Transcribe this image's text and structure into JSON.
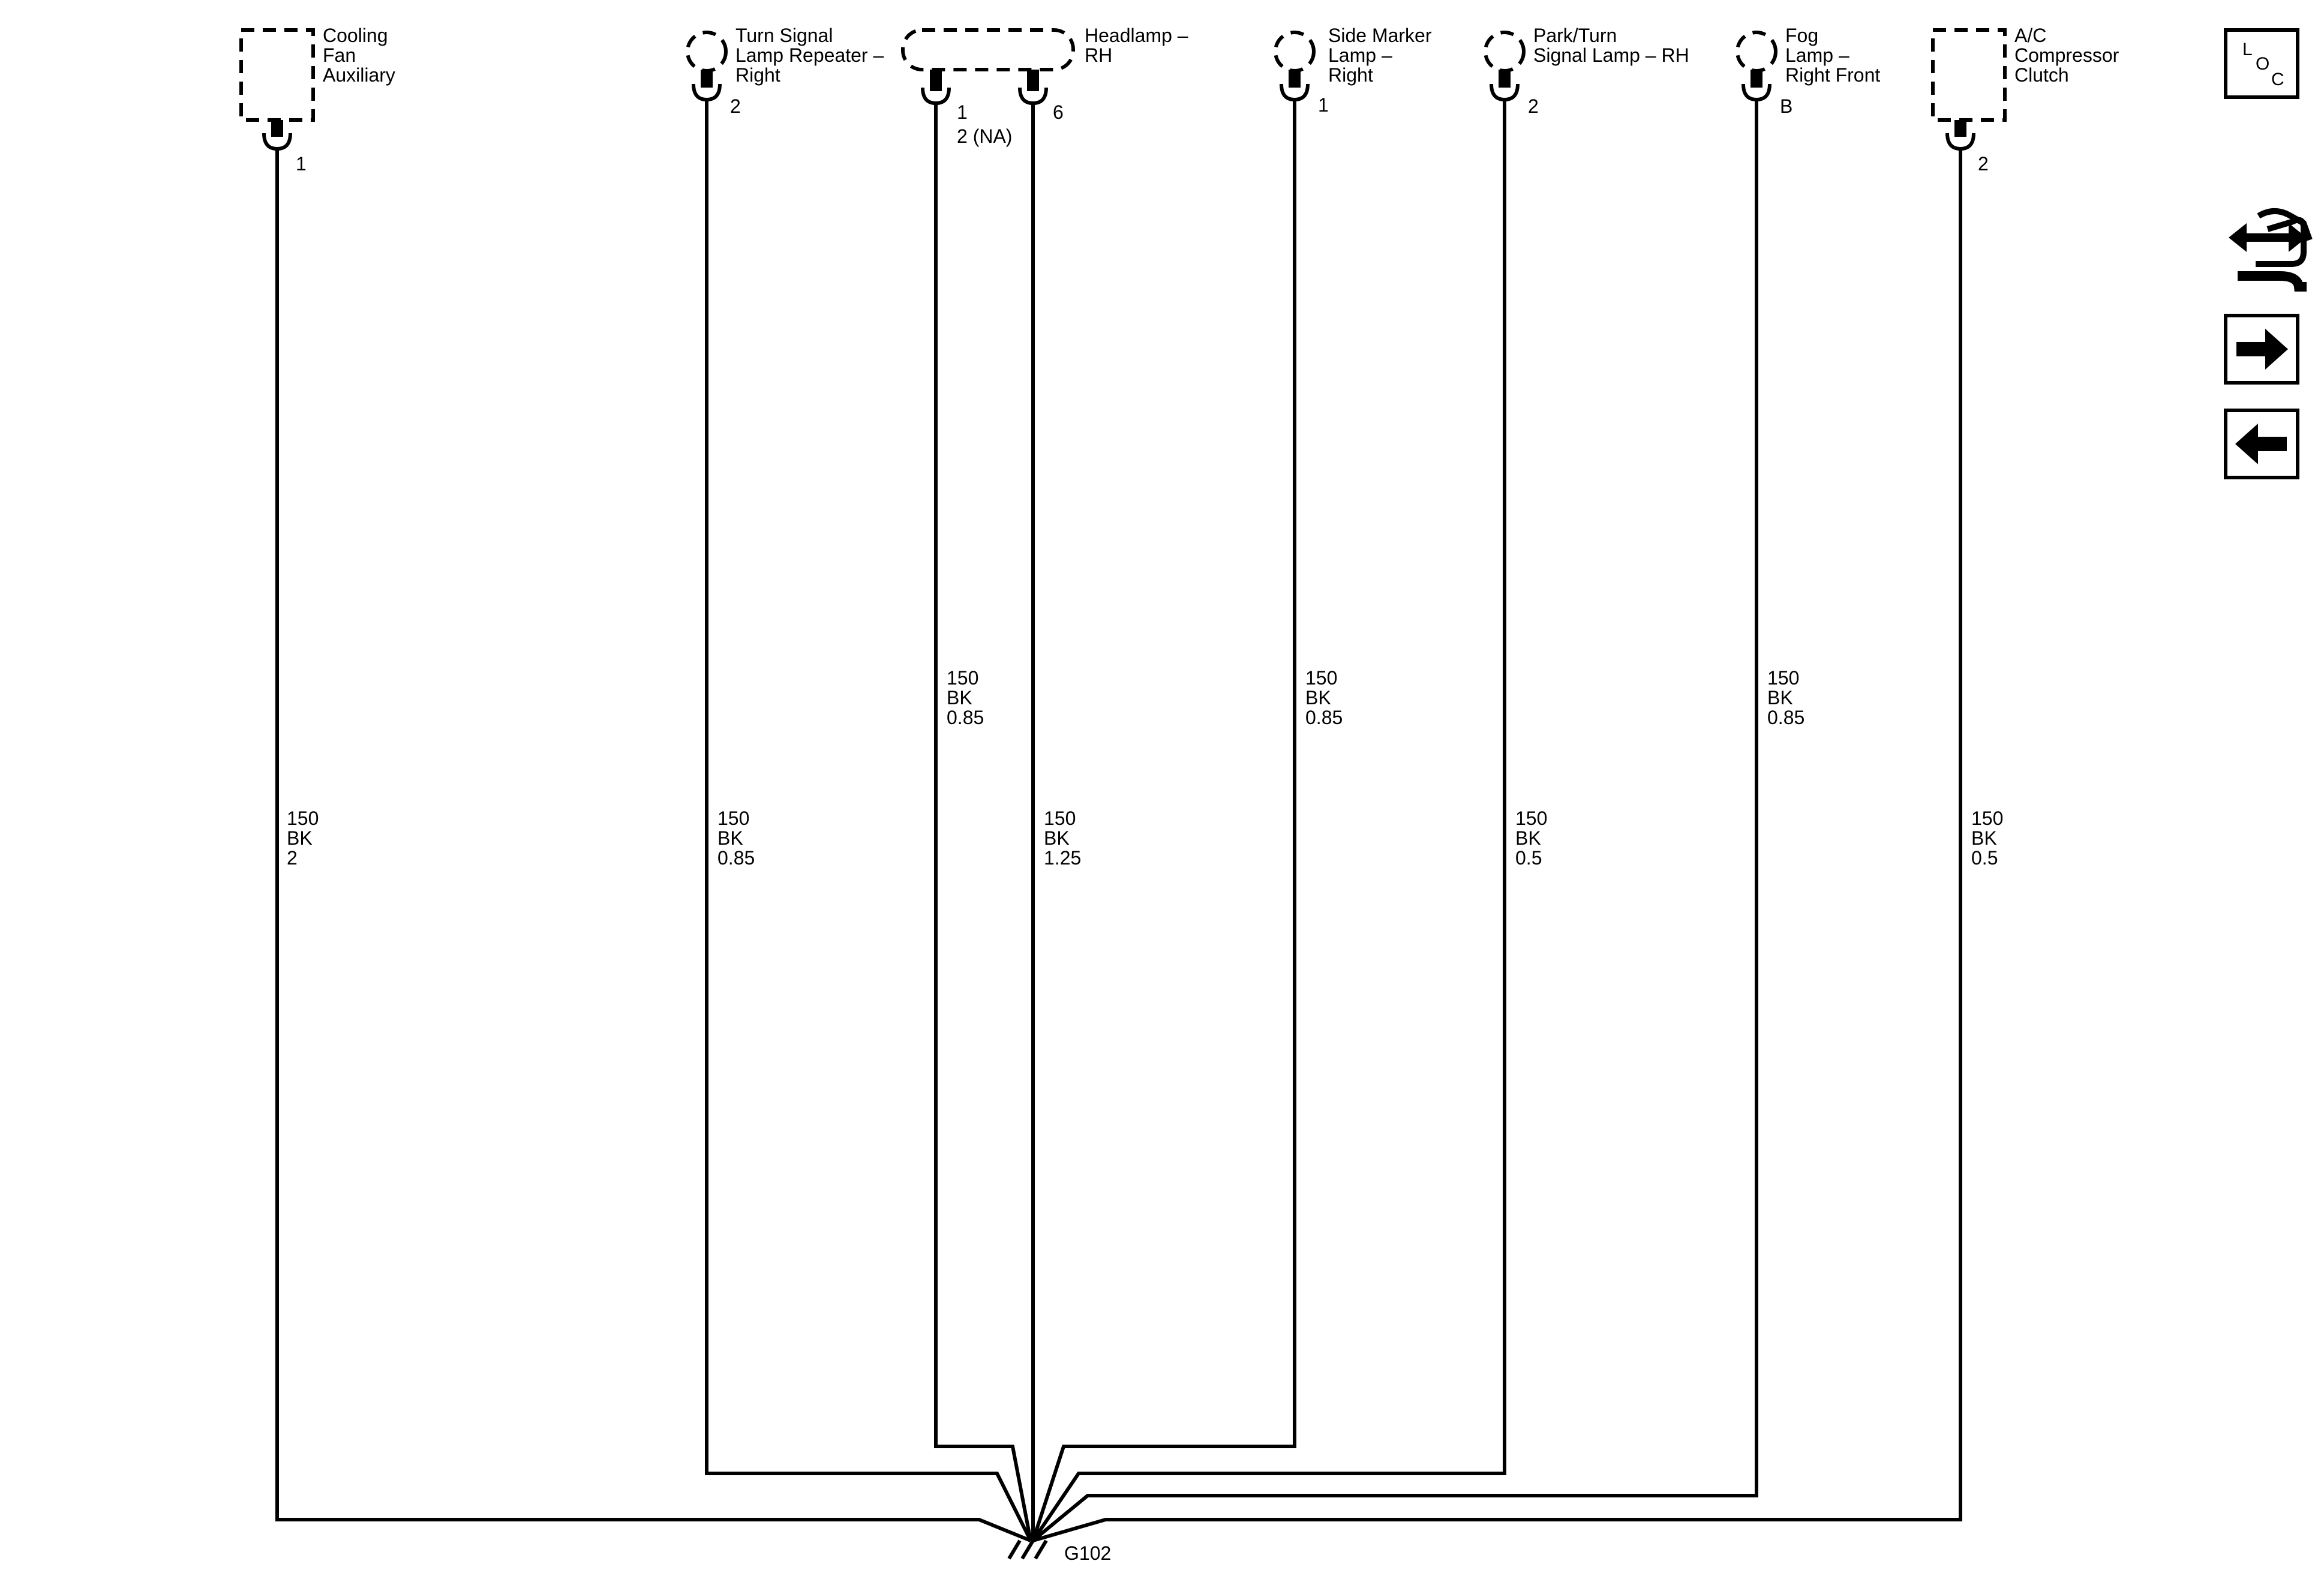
{
  "components": {
    "cooling_fan": {
      "name_lines": [
        "Cooling",
        "Fan",
        "Auxiliary"
      ],
      "pin": "1"
    },
    "turn_signal_repeater": {
      "name_lines": [
        "Turn Signal",
        "Lamp Repeater –",
        "Right"
      ],
      "pin": "2"
    },
    "headlamp_rh": {
      "name_lines": [
        "Headlamp –",
        "RH"
      ],
      "pin_a": "1",
      "pin_a_note": "2 (NA)",
      "pin_b": "6"
    },
    "side_marker": {
      "name_lines": [
        "Side Marker",
        "Lamp –",
        "Right"
      ],
      "pin": "1"
    },
    "park_turn": {
      "name_lines": [
        "Park/Turn",
        "Signal Lamp – RH"
      ],
      "pin": "2"
    },
    "fog_lamp": {
      "name_lines": [
        "Fog",
        "Lamp –",
        "Right Front"
      ],
      "pin": "B"
    },
    "ac_compressor": {
      "name_lines": [
        "A/C",
        "Compressor",
        "Clutch"
      ],
      "pin": "2"
    }
  },
  "wires": {
    "cooling_fan": [
      "150",
      "BK",
      "2"
    ],
    "turn_signal_repeater": [
      "150",
      "BK",
      "0.85"
    ],
    "headlamp_pin1": [
      "150",
      "BK",
      "0.85"
    ],
    "headlamp_pin6": [
      "150",
      "BK",
      "1.25"
    ],
    "side_marker": [
      "150",
      "BK",
      "0.85"
    ],
    "park_turn": [
      "150",
      "BK",
      "0.5"
    ],
    "fog_lamp": [
      "150",
      "BK",
      "0.85"
    ],
    "ac_compressor": [
      "150",
      "BK",
      "0.5"
    ]
  },
  "ground": {
    "label": "G102"
  },
  "nav": {
    "loc_letters": [
      "L",
      "O",
      "C"
    ],
    "icons": [
      "connector-swap-icon",
      "arrow-right-icon",
      "arrow-left-icon"
    ]
  }
}
